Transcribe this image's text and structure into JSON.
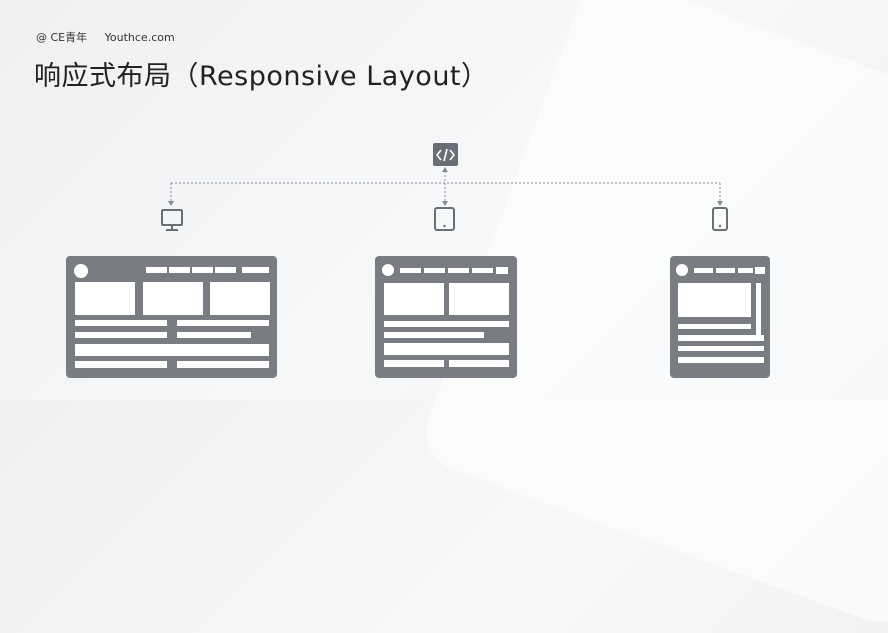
{
  "header": {
    "credit_symbol": "@",
    "credit_brand": "CE青年",
    "credit_site": "Youthce.com",
    "title": "响应式布局（Responsive Layout）"
  },
  "icons": {
    "code": "code-icon",
    "desktop": "desktop-icon",
    "tablet": "tablet-icon",
    "mobile": "mobile-icon"
  },
  "colors": {
    "frame": "#7a7c84",
    "blocks": "#ffffff",
    "icon": "#6b6e76",
    "connector": "#8a8d94"
  }
}
